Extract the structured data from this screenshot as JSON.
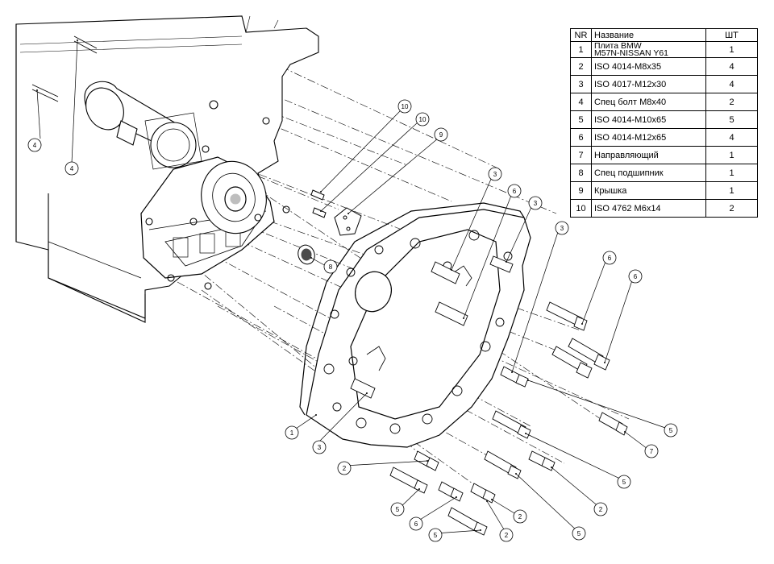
{
  "table": {
    "headers": {
      "nr": "NR",
      "name": "Название",
      "qty": "ШТ"
    },
    "rows": [
      {
        "nr": "1",
        "name_line1": "Плита  BMW",
        "name_line2": "M57N-NISSAN Y61",
        "qty": "1"
      },
      {
        "nr": "2",
        "name": "ISO 4014-M8x35",
        "qty": "4"
      },
      {
        "nr": "3",
        "name": "ISO 4017-M12x30",
        "qty": "4"
      },
      {
        "nr": "4",
        "name": "Спец болт M8x40",
        "qty": "2"
      },
      {
        "nr": "5",
        "name": "ISO 4014-M10x65",
        "qty": "5"
      },
      {
        "nr": "6",
        "name": "ISO 4014-M12x65",
        "qty": "4"
      },
      {
        "nr": "7",
        "name": "Направляющий",
        "qty": "1"
      },
      {
        "nr": "8",
        "name": "Спец подшипник",
        "qty": "1"
      },
      {
        "nr": "9",
        "name": "Крышка",
        "qty": "1"
      },
      {
        "nr": "10",
        "name": "ISO 4762 M6x14",
        "qty": "2"
      }
    ]
  },
  "callouts": [
    "4",
    "4",
    "10",
    "10",
    "9",
    "8",
    "3",
    "6",
    "3",
    "3",
    "6",
    "6",
    "1",
    "3",
    "5",
    "7",
    "2",
    "5",
    "5",
    "2",
    "2",
    "6",
    "5",
    "5",
    "2"
  ]
}
